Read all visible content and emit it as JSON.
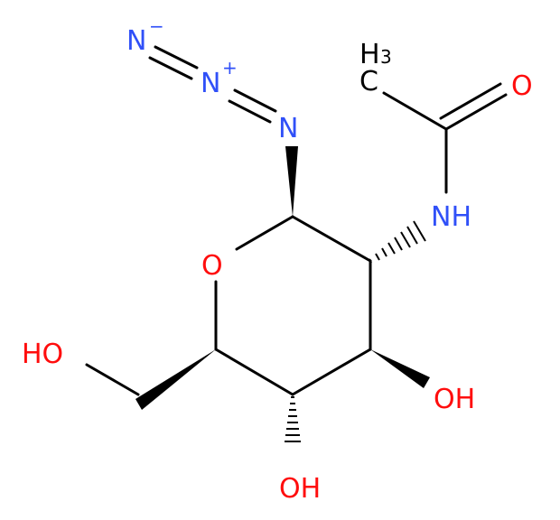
{
  "molecule": {
    "atoms": {
      "n_terminal": "N",
      "n_terminal_charge": "−",
      "n_middle": "N",
      "n_middle_charge": "+",
      "n_azide": "N",
      "nh": "NH",
      "ring_o": "O",
      "carbonyl_o": "O",
      "methyl_c": "C",
      "methyl_h": "H",
      "methyl_sub": "3",
      "oh_c3": "OH",
      "oh_c4": "OH",
      "oh_c6": "HO"
    },
    "colors": {
      "nitrogen": "#3050F8",
      "oxygen": "#FF0D0D",
      "carbon": "#000000"
    }
  }
}
